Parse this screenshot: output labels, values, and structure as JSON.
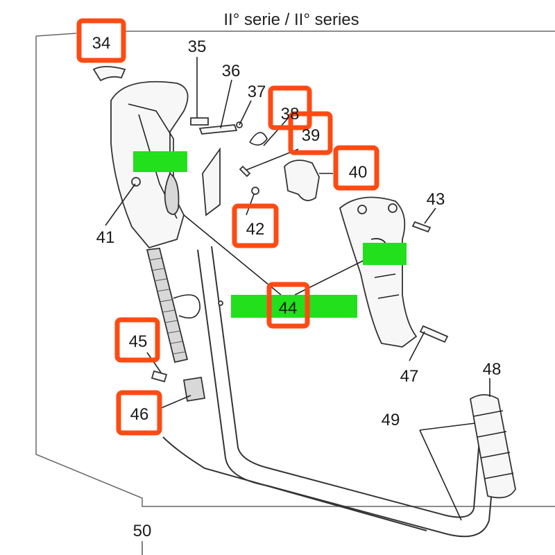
{
  "title": "II° serie / II° series",
  "parts": [
    {
      "id": "34",
      "label": "34",
      "boxed": true
    },
    {
      "id": "35",
      "label": "35",
      "boxed": false
    },
    {
      "id": "36",
      "label": "36",
      "boxed": false
    },
    {
      "id": "37",
      "label": "37",
      "boxed": false
    },
    {
      "id": "38",
      "label": "38",
      "boxed": true
    },
    {
      "id": "39",
      "label": "39",
      "boxed": true
    },
    {
      "id": "40",
      "label": "40",
      "boxed": true
    },
    {
      "id": "41",
      "label": "41",
      "boxed": false
    },
    {
      "id": "42",
      "label": "42",
      "boxed": true
    },
    {
      "id": "43",
      "label": "43",
      "boxed": false
    },
    {
      "id": "44",
      "label": "44",
      "boxed": true
    },
    {
      "id": "45",
      "label": "45",
      "boxed": true
    },
    {
      "id": "46",
      "label": "46",
      "boxed": true
    },
    {
      "id": "47",
      "label": "47",
      "boxed": false
    },
    {
      "id": "48",
      "label": "48",
      "boxed": false
    },
    {
      "id": "49",
      "label": "49",
      "boxed": false
    },
    {
      "id": "50",
      "label": "50",
      "boxed": false
    }
  ],
  "colors": {
    "highlight_box": "#ff4a12",
    "green_marker": "#22e01c",
    "ink": "#222222",
    "frame": "#666666"
  }
}
